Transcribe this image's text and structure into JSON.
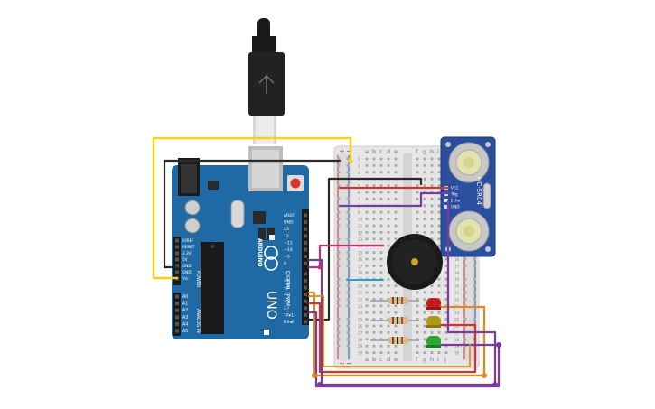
{
  "colors": {
    "board": "#1f6aa5",
    "board_dark": "#185a8e",
    "breadboard": "#e6e6e6",
    "breadboard_edge": "#cfcfcf",
    "wire_yellow": "#f2d21b",
    "wire_black": "#2a2a2a",
    "wire_red": "#d93030",
    "wire_purple": "#7b3a9e",
    "wire_orange": "#e8891c",
    "wire_magenta": "#c2307a",
    "wire_cyan": "#28a3c7",
    "sensor_pcb": "#2a4f9e",
    "led_red": "#c41d1d",
    "led_yellow": "#b09a12",
    "led_green": "#2ea632",
    "buzzer": "#1a1a1a"
  },
  "arduino": {
    "logo_text": "ARDUINO",
    "model": "UNO",
    "digital_label": "DIGITAL (PWM~)",
    "power_label": "POWER",
    "analog_label": "ANALOG IN",
    "digital_pins": [
      "AREF",
      "GND",
      "13",
      "12",
      "~11",
      "~10",
      "~9",
      "8",
      "7",
      "~6",
      "~5",
      "4",
      "~3",
      "2",
      "TX▸1",
      "RX◂0"
    ],
    "power_pins": [
      "IOREF",
      "RESET",
      "3.3V",
      "5V",
      "GND",
      "GND",
      "Vin"
    ],
    "analog_pins": [
      "A0",
      "A1",
      "A2",
      "A3",
      "A4",
      "A5"
    ]
  },
  "breadboard": {
    "col_labels_left": [
      "a",
      "b",
      "c",
      "d",
      "e"
    ],
    "col_labels_right": [
      "f",
      "g",
      "h",
      "i",
      "j"
    ],
    "rail_plus": "+",
    "rail_minus": "−",
    "row_numbers": [
      "1",
      "2",
      "3",
      "4",
      "5",
      "6",
      "7",
      "8",
      "9",
      "10",
      "11",
      "12",
      "13",
      "14",
      "15",
      "16",
      "17",
      "18",
      "19",
      "20",
      "21",
      "22",
      "23",
      "24",
      "25",
      "26",
      "27",
      "28",
      "29",
      "30"
    ]
  },
  "sensor": {
    "model": "HC-SR04",
    "pins": [
      "VCC",
      "Trig",
      "Echo",
      "GND"
    ]
  }
}
